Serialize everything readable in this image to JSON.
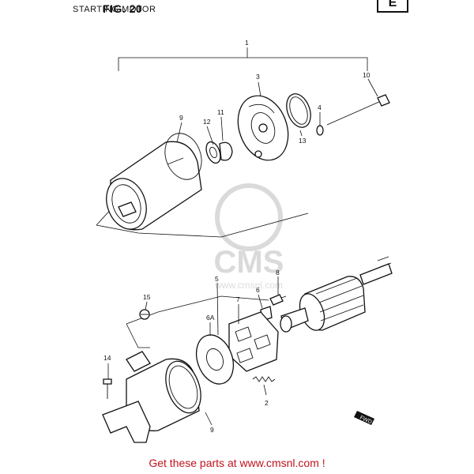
{
  "header": {
    "title": "STARTING MOTOR",
    "fig": "FIG. 20",
    "corner_label": "E"
  },
  "callouts": {
    "c1": "1",
    "c2": "2",
    "c3": "3",
    "c4": "4",
    "c5": "5",
    "c6": "6",
    "c6a": "6A",
    "c7": "7",
    "c8": "8",
    "c9a": "9",
    "c9b": "9",
    "c10": "10",
    "c11": "11",
    "c12": "12",
    "c13": "13",
    "c14": "14",
    "c15": "15"
  },
  "front_mark": "FWD",
  "watermark": {
    "brand": "CMS",
    "url": "www.cmsnl.com"
  },
  "footer": {
    "text": "Get these parts at www.cmsnl.com !"
  },
  "colors": {
    "footer": "#c0141c",
    "line": "#111111"
  }
}
